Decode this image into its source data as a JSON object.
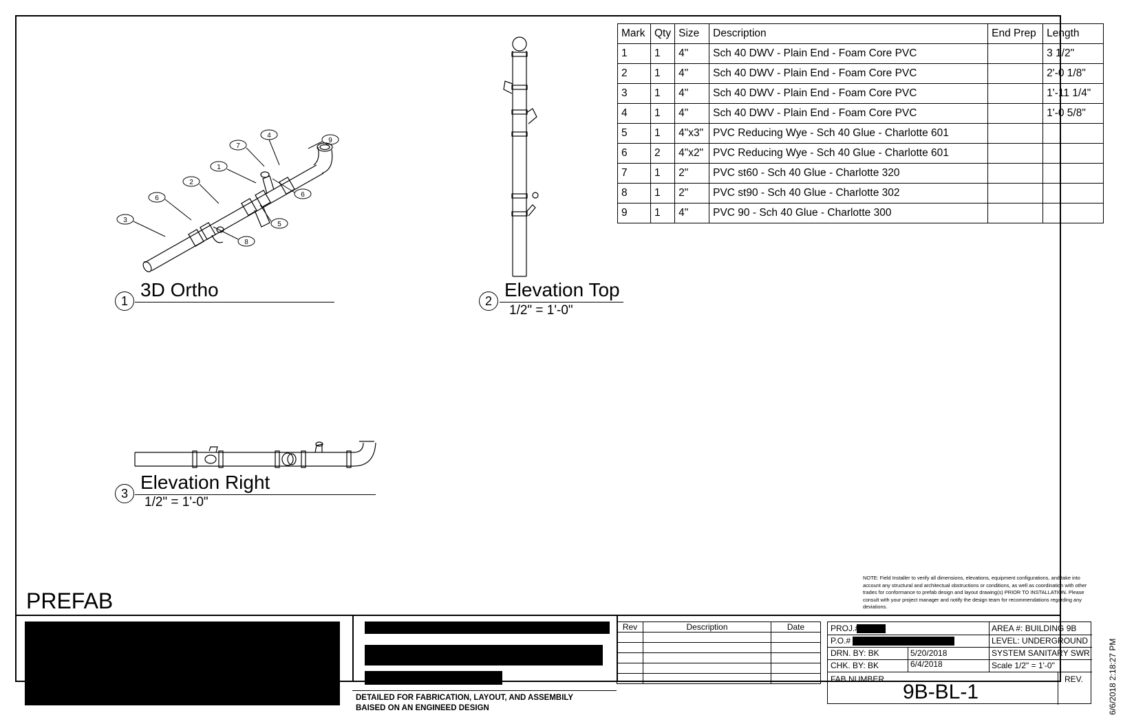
{
  "bom": {
    "headers": [
      "Mark",
      "Qty",
      "Size",
      "Description",
      "End Prep",
      "Length"
    ],
    "rows": [
      [
        "1",
        "1",
        "4\"",
        "Sch 40 DWV - Plain End - Foam Core PVC",
        "",
        "3 1/2\""
      ],
      [
        "2",
        "1",
        "4\"",
        "Sch 40 DWV - Plain End - Foam Core PVC",
        "",
        "2'-0 1/8\""
      ],
      [
        "3",
        "1",
        "4\"",
        "Sch 40 DWV - Plain End - Foam Core PVC",
        "",
        "1'-11 1/4\""
      ],
      [
        "4",
        "1",
        "4\"",
        "Sch 40 DWV - Plain End - Foam Core PVC",
        "",
        "1'-0 5/8\""
      ],
      [
        "5",
        "1",
        "4\"x3\"",
        "PVC Reducing Wye - Sch 40 Glue - Charlotte 601",
        "",
        ""
      ],
      [
        "6",
        "2",
        "4\"x2\"",
        "PVC Reducing Wye - Sch 40 Glue - Charlotte 601",
        "",
        ""
      ],
      [
        "7",
        "1",
        "2\"",
        "PVC st60 - Sch 40 Glue - Charlotte 320",
        "",
        ""
      ],
      [
        "8",
        "1",
        "2\"",
        "PVC st90 - Sch 40 Glue - Charlotte 302",
        "",
        ""
      ],
      [
        "9",
        "1",
        "4\"",
        "PVC 90 - Sch 40 Glue - Charlotte 300",
        "",
        ""
      ]
    ]
  },
  "views": [
    {
      "number": "1",
      "title": "3D Ortho",
      "scale": ""
    },
    {
      "number": "2",
      "title": "Elevation Top",
      "scale": "1/2\" = 1'-0\""
    },
    {
      "number": "3",
      "title": "Elevation Right",
      "scale": "1/2\" = 1'-0\""
    }
  ],
  "callouts": [
    "1",
    "2",
    "3",
    "4",
    "5",
    "6",
    "6",
    "7",
    "8",
    "9"
  ],
  "prefab_label": "PREFAB",
  "note": "NOTE: Field Installer to verify all dimensions, elevations, equipment configurations, and take into account any structural and architectual obstructions or conditions, as well as coordination with other trades for conformance to prefab design and layout drawing(s) PRIOR TO INSTALLATION. Please consult with your project manager and notify the design team for recommendations regarding any deviations.",
  "footer_text": [
    "DETAILED FOR FABRICATION, LAYOUT, AND ASSEMBILY",
    "BAISED ON AN ENGINEED DESIGN"
  ],
  "revision": {
    "headers": [
      "Rev",
      "Description",
      "Date"
    ],
    "empty_rows": 5
  },
  "title_block": {
    "proj_label": "PROJ.#",
    "po_label": "P.O.#",
    "drn_by": "DRN. BY: BK",
    "drn_date": "5/20/2018",
    "chk_by": "CHK. BY: BK",
    "chk_date": "6/4/2018",
    "area": "AREA #: BUILDING 9B",
    "level": "LEVEL:  UNDERGROUND",
    "system": "SYSTEM   SANITARY SWR",
    "scale": "Scale   1/2\" = 1'-0\"",
    "fab_number_label": "FAB NUMBER",
    "rev_label": "REV.",
    "fab_number": "9B-BL-1"
  },
  "print_stamp": "6/6/2018 2:18:27 PM"
}
